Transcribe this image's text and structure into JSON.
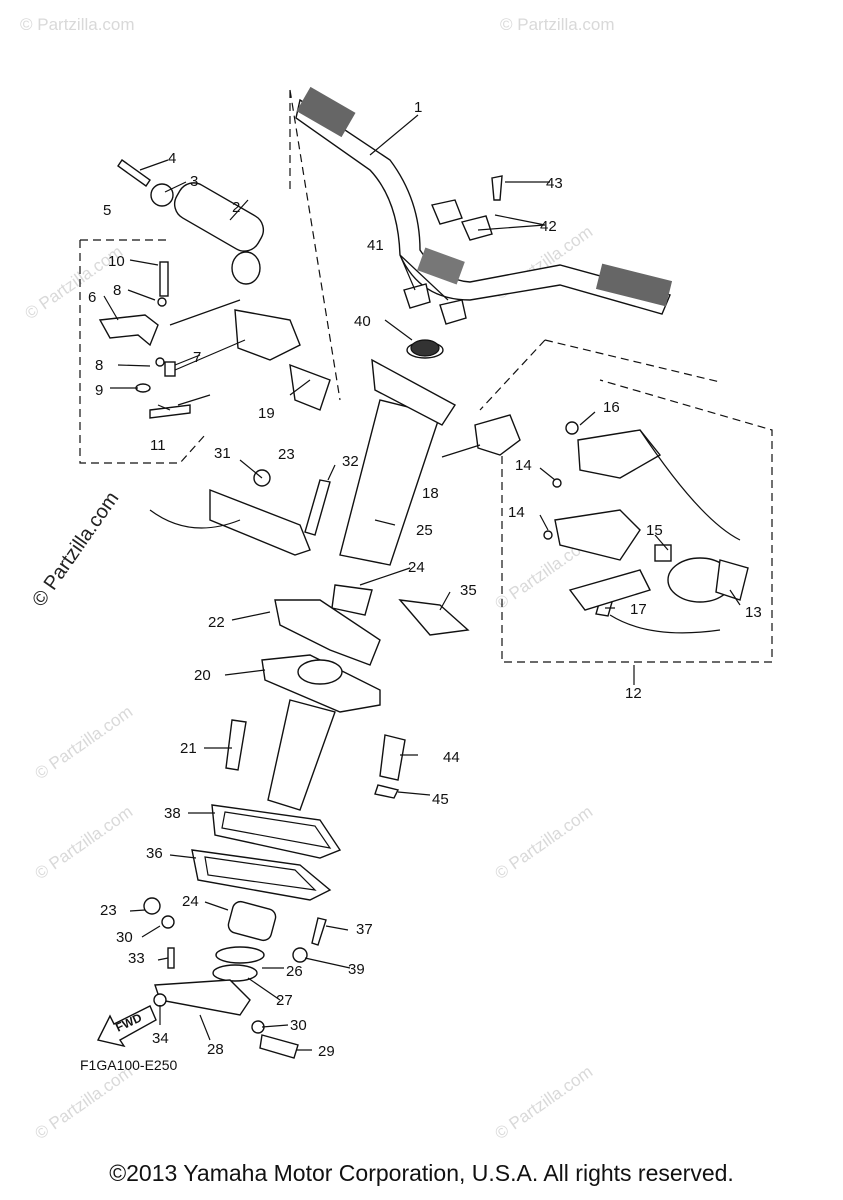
{
  "watermark": {
    "text": "© Partzilla.com",
    "prominent_text": "© Partzilla.com"
  },
  "diagram_code": "F1GA100-E250",
  "fwd_label": "FWD",
  "copyright": "©2013 Yamaha Motor Corporation, U.S.A. All rights reserved.",
  "callouts": [
    {
      "number": "1"
    },
    {
      "number": "2"
    },
    {
      "number": "3"
    },
    {
      "number": "4"
    },
    {
      "number": "5"
    },
    {
      "number": "6"
    },
    {
      "number": "7"
    },
    {
      "number": "8"
    },
    {
      "number": "8"
    },
    {
      "number": "9"
    },
    {
      "number": "10"
    },
    {
      "number": "11"
    },
    {
      "number": "12"
    },
    {
      "number": "13"
    },
    {
      "number": "14"
    },
    {
      "number": "14"
    },
    {
      "number": "15"
    },
    {
      "number": "16"
    },
    {
      "number": "17"
    },
    {
      "number": "18"
    },
    {
      "number": "19"
    },
    {
      "number": "20"
    },
    {
      "number": "21"
    },
    {
      "number": "22"
    },
    {
      "number": "23"
    },
    {
      "number": "23"
    },
    {
      "number": "24"
    },
    {
      "number": "24"
    },
    {
      "number": "25"
    },
    {
      "number": "26"
    },
    {
      "number": "27"
    },
    {
      "number": "28"
    },
    {
      "number": "29"
    },
    {
      "number": "30"
    },
    {
      "number": "30"
    },
    {
      "number": "31"
    },
    {
      "number": "32"
    },
    {
      "number": "33"
    },
    {
      "number": "34"
    },
    {
      "number": "35"
    },
    {
      "number": "36"
    },
    {
      "number": "37"
    },
    {
      "number": "38"
    },
    {
      "number": "39"
    },
    {
      "number": "40"
    },
    {
      "number": "41"
    },
    {
      "number": "42"
    },
    {
      "number": "43"
    },
    {
      "number": "44"
    },
    {
      "number": "45"
    }
  ]
}
